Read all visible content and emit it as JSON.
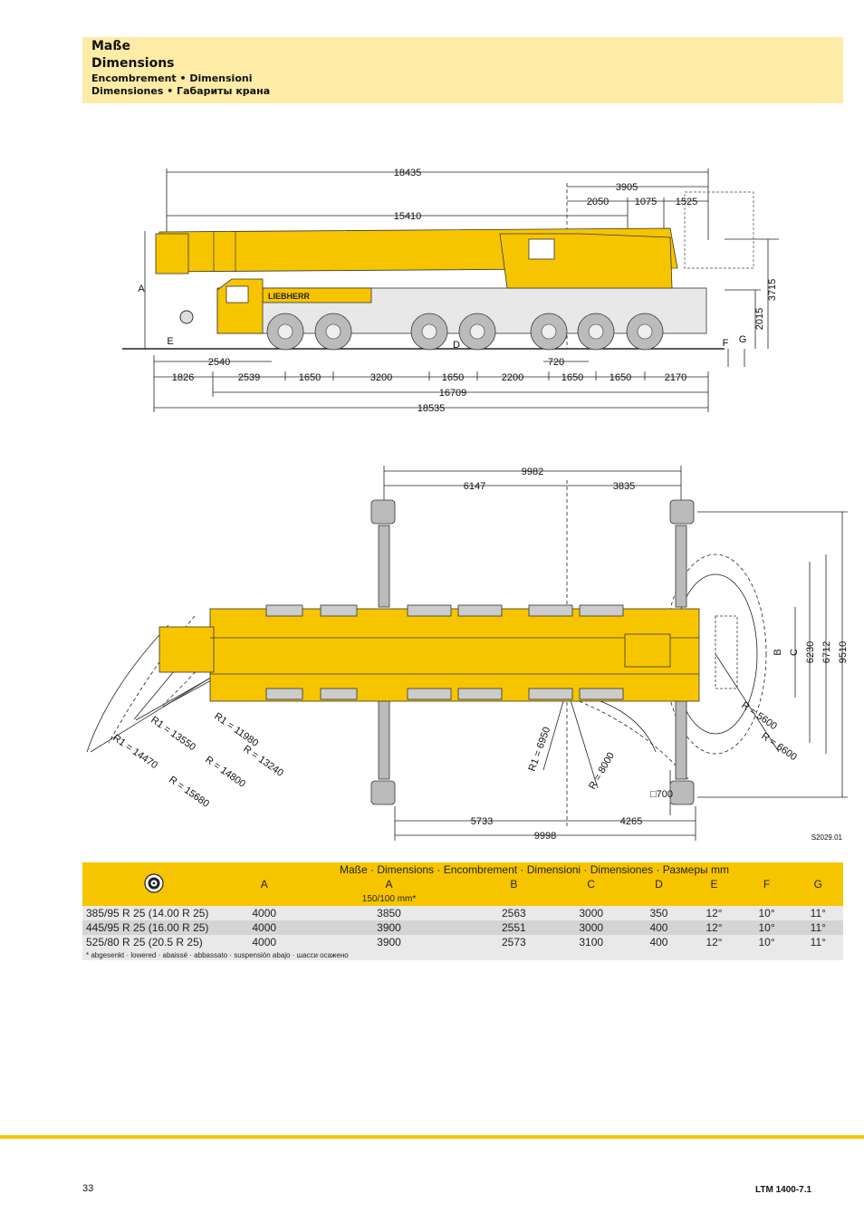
{
  "header": {
    "title_de": "Maße",
    "title_en": "Dimensions",
    "subtitle_1": "Encombrement • Dimensioni",
    "subtitle_2": "Dimensiones • Габариты крана"
  },
  "side_view": {
    "top_dims": [
      "18435",
      "3905",
      "2050",
      "1075",
      "1525",
      "15410"
    ],
    "side_labels": [
      "A",
      "E",
      "D",
      "F",
      "G"
    ],
    "right_dims": [
      "3715",
      "2015"
    ],
    "bottom_dims": [
      "2540",
      "720",
      "1826",
      "2539",
      "1650",
      "3200",
      "1650",
      "2200",
      "1650",
      "1650",
      "2170",
      "16709",
      "18535"
    ],
    "brand": "LIEBHERR"
  },
  "top_view": {
    "top_dims": [
      "9982",
      "6147",
      "3835"
    ],
    "right_labels": [
      "B",
      "C",
      "6230",
      "6712",
      "9510"
    ],
    "radii": [
      "R1 = 11980",
      "R1 = 13550",
      "R1 = 14470",
      "R = 13240",
      "R = 14800",
      "R = 15680",
      "R1 = 6950",
      "R = 8000",
      "R = 5600",
      "R = 6600"
    ],
    "bottom_dims": [
      "5733",
      "4265",
      "9998"
    ],
    "outrigger_pad": "□700",
    "figure_id": "S2029.01"
  },
  "table": {
    "caption": "Maße · Dimensions · Encombrement · Dimensioni · Dimensiones · Размеры mm",
    "columns": [
      "A",
      "A",
      "B",
      "C",
      "D",
      "E",
      "F",
      "G"
    ],
    "sub_header": "150/100 mm*",
    "rows": [
      {
        "tyre": "385/95 R 25 (14.00 R 25)",
        "values": [
          "4000",
          "3850",
          "2563",
          "3000",
          "350",
          "12°",
          "10°",
          "11°"
        ]
      },
      {
        "tyre": "445/95 R 25 (16.00 R 25)",
        "values": [
          "4000",
          "3900",
          "2551",
          "3000",
          "400",
          "12°",
          "10°",
          "11°"
        ]
      },
      {
        "tyre": "525/80 R 25 (20.5 R 25)",
        "values": [
          "4000",
          "3900",
          "2573",
          "3100",
          "400",
          "12°",
          "10°",
          "11°"
        ]
      }
    ],
    "footnote": "* abgesenkt · lowered · abaissé · abbassato · suspensión abajo · шасси осажено"
  },
  "footer": {
    "page_number": "33",
    "model": "LTM 1400-7.1"
  },
  "colors": {
    "crane_yellow": "#f7c500",
    "header_bg": "#fdeba6"
  }
}
